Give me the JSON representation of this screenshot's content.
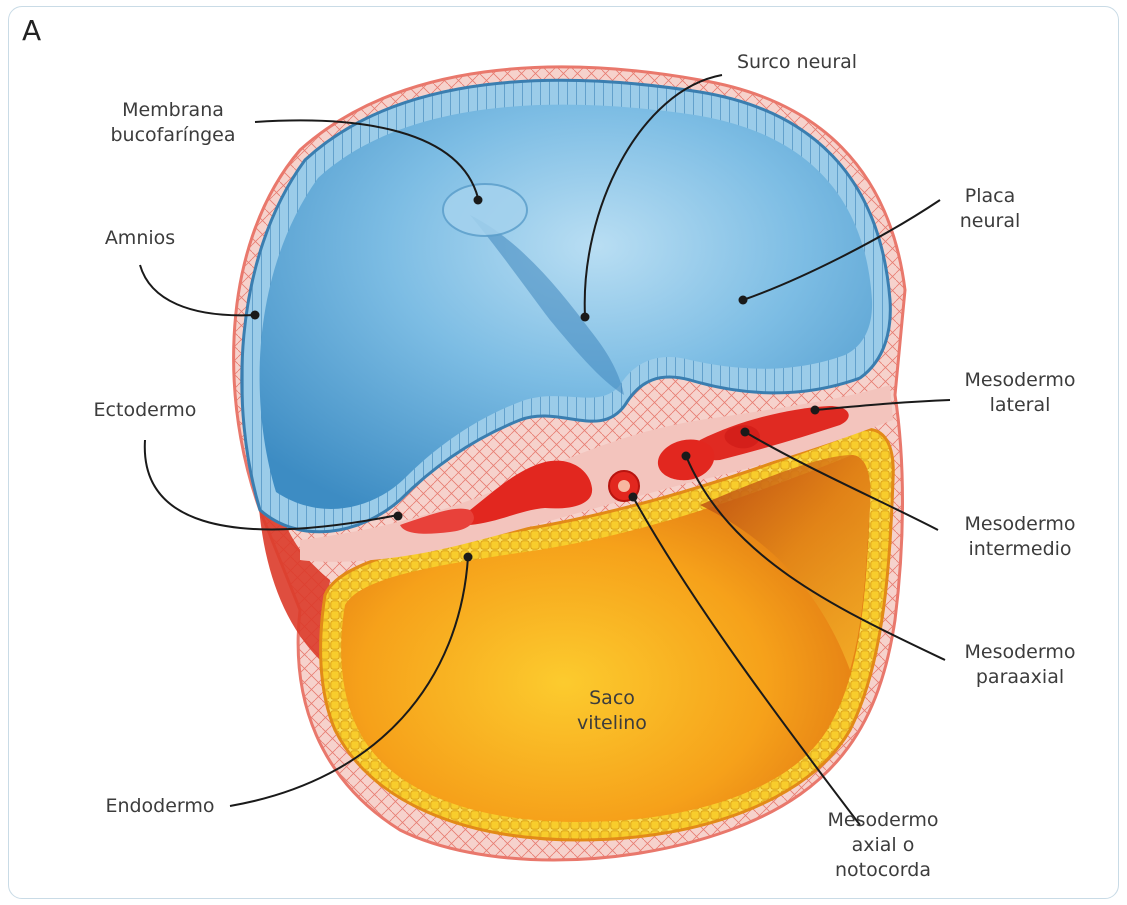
{
  "panel_letter": "A",
  "labels": {
    "membrana": "Membrana\nbucofaríngea",
    "surco": "Surco neural",
    "placa": "Placa\nneural",
    "amnios": "Amnios",
    "ectodermo": "Ectodermo",
    "mes_lateral": "Mesodermo\nlateral",
    "mes_intermedio": "Mesodermo\nintermedio",
    "mes_paraaxial": "Mesodermo\nparaaxial",
    "saco": "Saco\nvitelino",
    "endodermo": "Endodermo",
    "mes_axial": "Mesodermo\naxial o\nnotocorda"
  },
  "colors": {
    "amnion": "#f4b8b0",
    "neural_plate": "#6fb2dc",
    "ectoderm_cells": "#8cc3e6",
    "mesoderm": "#e8322a",
    "yolk_sac": "#f7a21b",
    "endoderm_cells": "#f8d23a",
    "leader_line": "#1a1a1a"
  }
}
